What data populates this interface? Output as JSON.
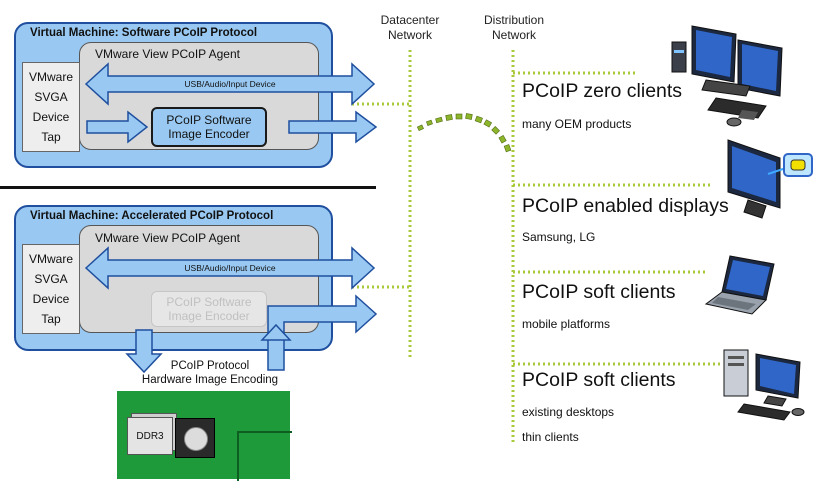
{
  "networks": {
    "datacenter": [
      "Datacenter",
      "Network"
    ],
    "distribution": [
      "Distribution",
      "Network"
    ]
  },
  "vm_software": {
    "title": "Virtual Machine: Software PCoIP Protocol",
    "agent": "VMware View PCoIP Agent",
    "tap": [
      "VMware",
      "SVGA",
      "Device",
      "Tap"
    ],
    "usb_label": "USB/Audio/Input Device",
    "encoder": [
      "PCoIP Software",
      "Image Encoder"
    ]
  },
  "vm_accelerated": {
    "title": "Virtual Machine: Accelerated PCoIP Protocol",
    "agent": "VMware View PCoIP Agent",
    "tap": [
      "VMware",
      "SVGA",
      "Device",
      "Tap"
    ],
    "usb_label": "USB/Audio/Input Device",
    "encoder": [
      "PCoIP Software",
      "Image Encoder"
    ],
    "hardware_label": [
      "PCoIP Protocol",
      "Hardware Image Encoding"
    ],
    "chip_label": "DDR3"
  },
  "clients": [
    {
      "title": "PCoIP zero clients",
      "subs": [
        "many OEM products"
      ],
      "icon": "desktop-pair-icon"
    },
    {
      "title": "PCoIP enabled displays",
      "subs": [
        "Samsung, LG"
      ],
      "icon": "monitor-icon"
    },
    {
      "title": "PCoIP soft clients",
      "subs": [
        "mobile platforms"
      ],
      "icon": "laptop-icon"
    },
    {
      "title": "PCoIP soft clients",
      "subs": [
        "existing desktops",
        "thin clients"
      ],
      "icon": "pc-tower-icon"
    }
  ],
  "colors": {
    "vm_fill": "#99c9f2",
    "vm_border": "#1f4f9e",
    "network_dots": "#a8c93a",
    "arrow_fill": "#99c9f2",
    "board_green": "#1f9a3b"
  }
}
